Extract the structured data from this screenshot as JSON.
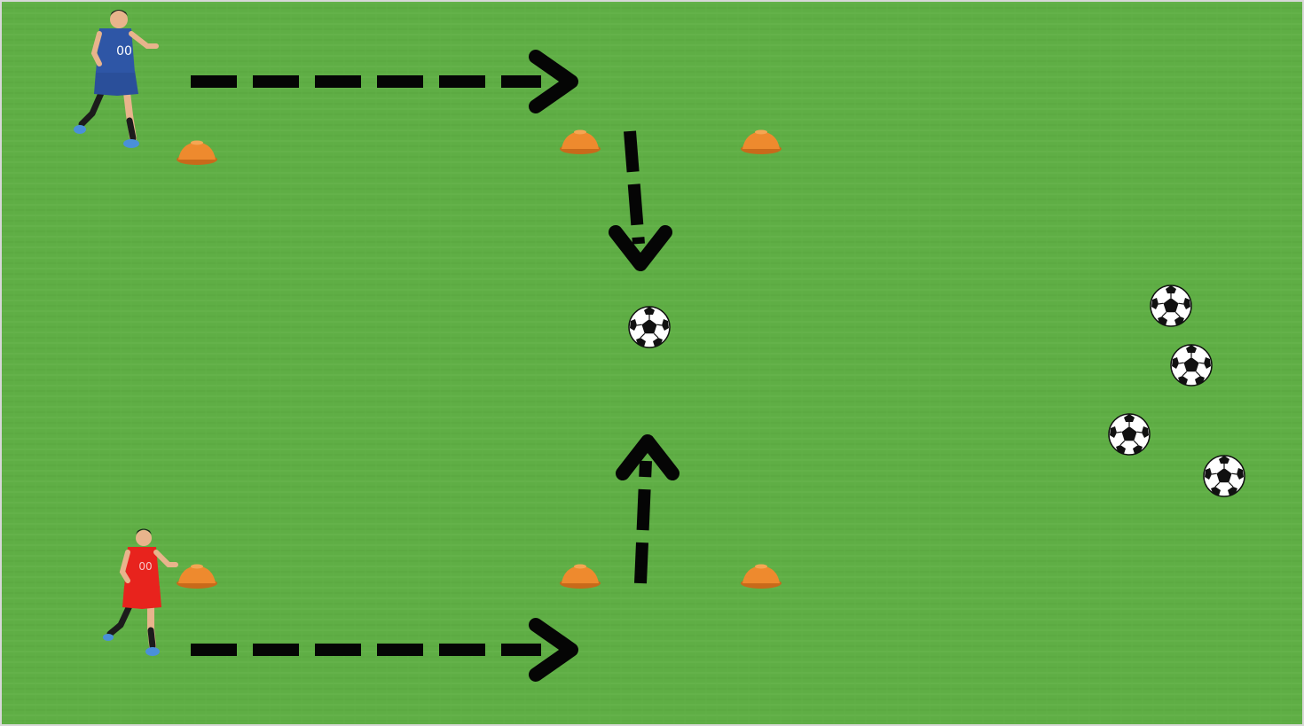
{
  "drill": {
    "surface_color": "#5fae45",
    "surface_color_light": "#6dbb52",
    "surface_color_dark": "#53a03b",
    "arrow_color": "#050505",
    "cone_color": "#ee8a2e",
    "cone_shade": "#c86a1a",
    "players": [
      {
        "team": "blue",
        "jersey_color": "#2e56a6",
        "shorts_color": "#2a4f9a",
        "number": "00"
      },
      {
        "team": "red",
        "jersey_color": "#e8231d",
        "shorts_color": "#e8231d",
        "number": "00"
      }
    ],
    "cones_count": 6,
    "ball_count": 5,
    "arrow_count": 4
  }
}
